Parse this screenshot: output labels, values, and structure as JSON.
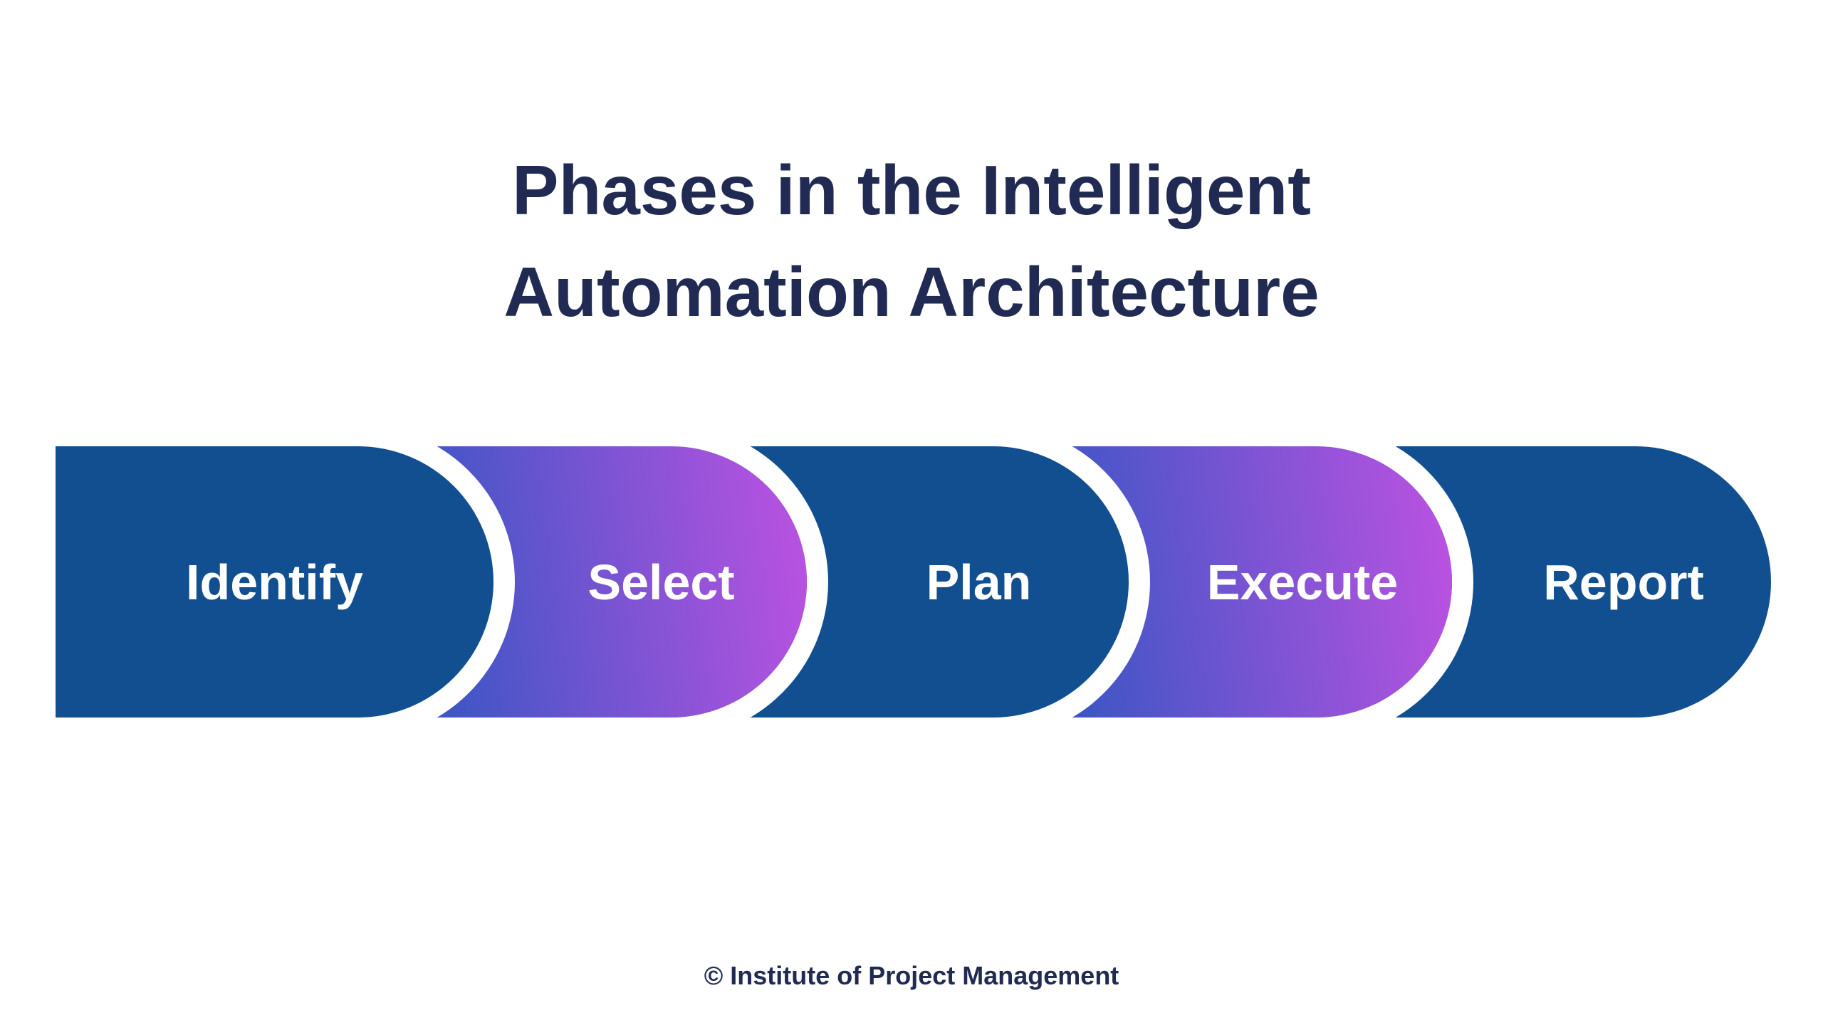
{
  "canvas": {
    "background": "#FFFFFF"
  },
  "title": {
    "line1": "Phases in the Intelligent",
    "line2": "Automation Architecture",
    "color": "#212A52"
  },
  "phases": [
    {
      "label": "Identify",
      "fill_type": "solid",
      "color": "#114F90"
    },
    {
      "label": "Select",
      "fill_type": "gradient",
      "gradient_from": "#3556C3",
      "gradient_to": "#BE52E2"
    },
    {
      "label": "Plan",
      "fill_type": "solid",
      "color": "#114F90"
    },
    {
      "label": "Execute",
      "fill_type": "gradient",
      "gradient_from": "#3556C3",
      "gradient_to": "#BE52E2"
    },
    {
      "label": "Report",
      "fill_type": "solid",
      "color": "#114F90"
    }
  ],
  "phase_label_color": "#FFFFFF",
  "separator_ring_color": "#FFFFFF",
  "footer": {
    "text": "© Institute of Project Management",
    "color": "#212A52"
  }
}
